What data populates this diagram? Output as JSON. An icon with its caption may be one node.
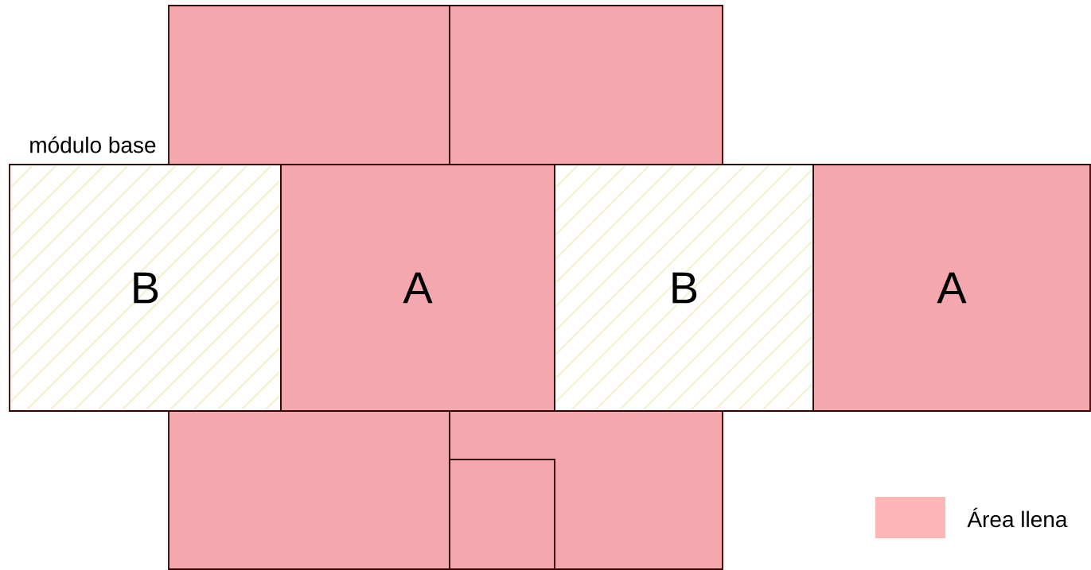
{
  "diagram": {
    "nodes": [
      {
        "text": [],
        "shape": "box"
      },
      {
        "text": [],
        "shape": "box"
      },
      {
        "text": [
          "B"
        ]
      },
      {
        "text": [
          "A"
        ]
      },
      {
        "text": [
          "B"
        ]
      },
      {
        "text": [
          "A"
        ]
      },
      {
        "text": [],
        "shape": "box"
      },
      {
        "text": [],
        "shape": "box"
      },
      {
        "text": [],
        "shape": "box",
        "in": 7
      }
    ],
    "labels": [
      "módulo base"
    ],
    "legend": [
      {
        "text": "Área llena",
        "color": "#ffb6b6"
      }
    ]
  }
}
